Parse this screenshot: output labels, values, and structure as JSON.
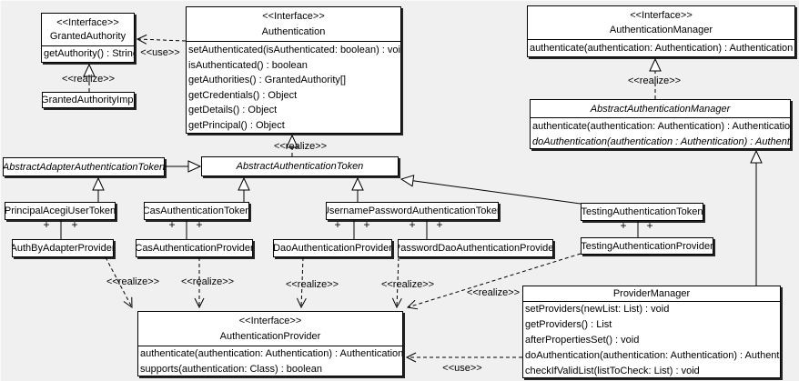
{
  "diagram": {
    "background": "#f0f0f0",
    "box_fill": "#ffffff",
    "line_color": "#000000"
  },
  "labels": {
    "use": "<<use>>",
    "realize": "<<realize>>",
    "plus": "+"
  },
  "classes": {
    "granted_authority": {
      "stereotype": "<<Interface>>",
      "name": "GrantedAuthority",
      "methods": [
        "getAuthority() : String"
      ]
    },
    "granted_authority_impl": {
      "name": "GrantedAuthorityImpl"
    },
    "authentication": {
      "stereotype": "<<Interface>>",
      "name": "Authentication",
      "methods": [
        "setAuthenticated(isAuthenticated: boolean) : void",
        "isAuthenticated() : boolean",
        "getAuthorities() : GrantedAuthority[]",
        "getCredentials() : Object",
        "getDetails() : Object",
        "getPrincipal() : Object"
      ]
    },
    "authentication_manager": {
      "stereotype": "<<Interface>>",
      "name": "AuthenticationManager",
      "methods": [
        "authenticate(authentication: Authentication) : Authentication"
      ]
    },
    "abstract_authentication_manager": {
      "name": "AbstractAuthenticationManager",
      "methods": [
        "authenticate(authentication: Authentication) : Authentication",
        "doAuthentication(authentication : Authentication) : Authentication"
      ]
    },
    "abstract_adapter_authentication_token": {
      "name": "AbstractAdapterAuthenticationToken"
    },
    "abstract_authentication_token": {
      "name": "AbstractAuthenticationToken"
    },
    "principal_acegi_user_token": {
      "name": "PrincipalAcegiUserToken"
    },
    "auth_by_adapter_provider": {
      "name": "AuthByAdapterProvider"
    },
    "cas_authentication_token": {
      "name": "CasAuthenticationToken"
    },
    "cas_authentication_provider": {
      "name": "CasAuthenticationProvider"
    },
    "username_password_authentication_token": {
      "name": "UsernamePasswordAuthenticationToken"
    },
    "dao_authentication_provider": {
      "name": "DaoAuthenticationProvider"
    },
    "password_dao_authentication_provider": {
      "name": "PasswordDaoAuthenticationProvider"
    },
    "testing_authentication_token": {
      "name": "TestingAuthenticationToken"
    },
    "testing_authentication_provider": {
      "name": "TestingAuthenticationProvider"
    },
    "authentication_provider": {
      "stereotype": "<<Interface>>",
      "name": "AuthenticationProvider",
      "methods": [
        "authenticate(authentication: Authentication) : Authentication",
        "supports(authentication: Class) : boolean"
      ]
    },
    "provider_manager": {
      "name": "ProviderManager",
      "methods": [
        "setProviders(newList: List) : void",
        "getProviders() : List",
        "afterPropertiesSet() : void",
        "doAuthentication(authentication: Authentication) : Authentication",
        "checkIfValidList(listToCheck: List) : void"
      ]
    }
  }
}
